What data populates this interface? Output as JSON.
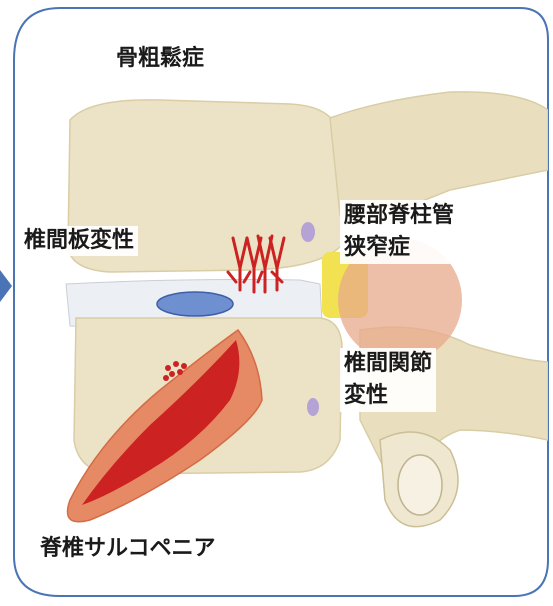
{
  "labels": {
    "osteoporosis": "骨粗鬆症",
    "disc_degeneration": "椎間板変性",
    "spinal_stenosis": [
      "腰部脊柱管",
      "狭窄症"
    ],
    "facet_degeneration": [
      "椎間関節",
      "変性"
    ],
    "sarcopenia": "脊椎サルコペニア"
  },
  "colors": {
    "frame": "#4a74b5",
    "bone": "#ece3c6",
    "disc": "#6e8fd0",
    "nerve": "#cc2222",
    "muscle_outer": "#e58a64",
    "muscle_inner": "#cc2222",
    "stenosis": "#f2e150",
    "facet": "#e8a98b"
  }
}
